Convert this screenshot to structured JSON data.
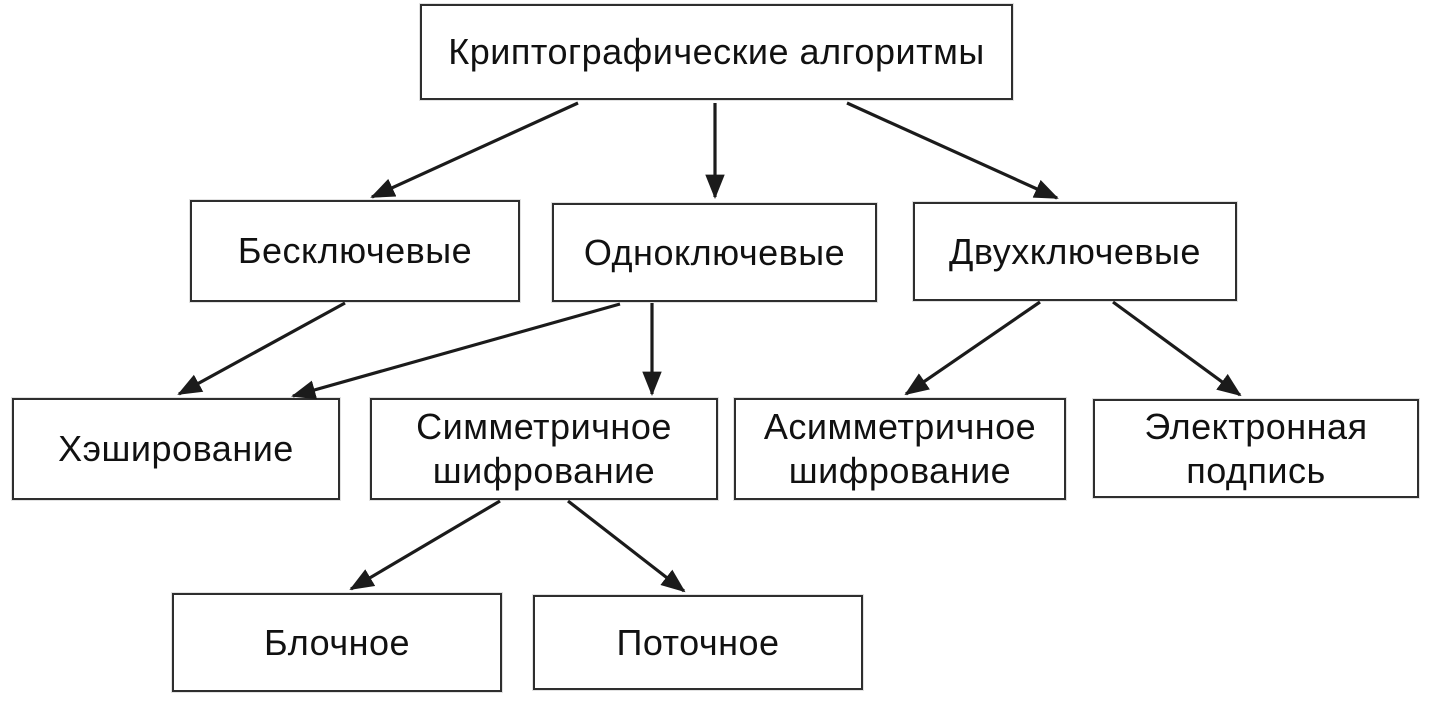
{
  "diagram": {
    "type": "tree-flowchart",
    "language": "ru",
    "background_color": "#ffffff",
    "box_fill_color": "#ffffff",
    "box_border_color": "#2e2e2e",
    "line_color": "#1b1b1b",
    "text_color": "#111111",
    "title": "Криптографические алгоритмы",
    "nodes": [
      {
        "id": "root",
        "label": "Криптографические алгоритмы",
        "level": 0
      },
      {
        "id": "keyless",
        "label": "Бесключевые",
        "level": 1
      },
      {
        "id": "single-key",
        "label": "Одноключевые",
        "level": 1
      },
      {
        "id": "two-key",
        "label": "Двухключевые",
        "level": 1
      },
      {
        "id": "hashing",
        "label": "Хэширование",
        "level": 2
      },
      {
        "id": "symmetric-encryption",
        "label": "Симметричное шифрование",
        "level": 2
      },
      {
        "id": "asymmetric-encryption",
        "label": "Асимметричное шифрование",
        "level": 2
      },
      {
        "id": "digital-signature",
        "label": "Электронная подпись",
        "level": 2
      },
      {
        "id": "block-cipher",
        "label": "Блочное",
        "level": 3
      },
      {
        "id": "stream-cipher",
        "label": "Поточное",
        "level": 3
      }
    ],
    "edges": [
      {
        "from": "root",
        "to": "keyless"
      },
      {
        "from": "root",
        "to": "single-key"
      },
      {
        "from": "root",
        "to": "two-key"
      },
      {
        "from": "keyless",
        "to": "hashing"
      },
      {
        "from": "single-key",
        "to": "hashing"
      },
      {
        "from": "single-key",
        "to": "symmetric-encryption"
      },
      {
        "from": "two-key",
        "to": "asymmetric-encryption"
      },
      {
        "from": "two-key",
        "to": "digital-signature"
      },
      {
        "from": "symmetric-encryption",
        "to": "block-cipher"
      },
      {
        "from": "symmetric-encryption",
        "to": "stream-cipher"
      }
    ]
  }
}
